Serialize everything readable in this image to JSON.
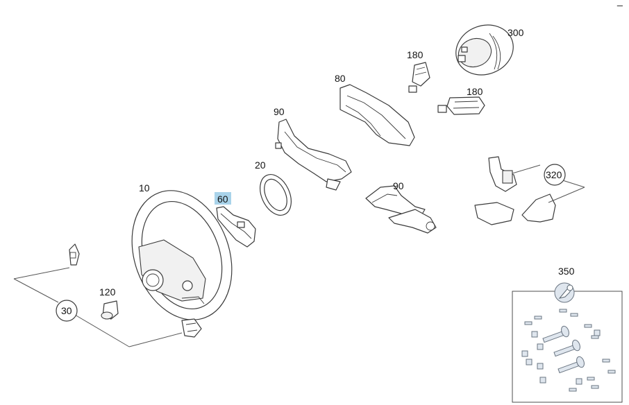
{
  "labels": {
    "l300": "300",
    "l180a": "180",
    "l180b": "180",
    "l80": "80",
    "l90a": "90",
    "l90b": "90",
    "l20": "20",
    "l10": "10",
    "l60": "60",
    "l320": "320",
    "l30": "30",
    "l120": "120",
    "l350": "350"
  },
  "highlight_color": "#a9d3ea",
  "corner_mark": "_"
}
